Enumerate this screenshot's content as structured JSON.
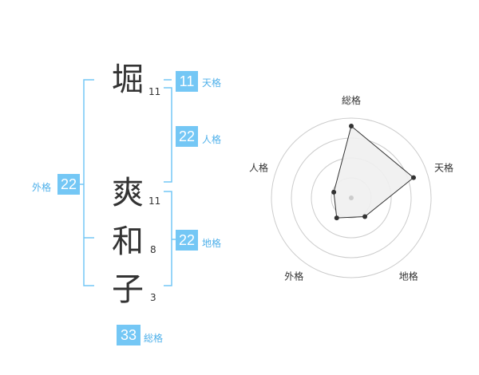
{
  "name": {
    "characters": [
      {
        "char": "堀",
        "strokes": "11"
      },
      {
        "char": "爽",
        "strokes": "11"
      },
      {
        "char": "和",
        "strokes": "8"
      },
      {
        "char": "子",
        "strokes": "3"
      }
    ]
  },
  "fortunes": {
    "tenkaku": {
      "value": "11",
      "label": "天格"
    },
    "jinkaku": {
      "value": "22",
      "label": "人格"
    },
    "chikaku": {
      "value": "22",
      "label": "地格"
    },
    "gaikaku": {
      "value": "22",
      "label": "外格"
    },
    "soukaku": {
      "value": "33",
      "label": "総格"
    }
  },
  "chart_data": {
    "type": "radar",
    "axes": [
      "総格",
      "天格",
      "地格",
      "外格",
      "人格"
    ],
    "values": [
      0.9,
      0.82,
      0.29,
      0.31,
      0.23
    ],
    "rings": 4,
    "grid": true,
    "colors": {
      "fill": "#f0f0f0",
      "line": "#333333",
      "point": "#333333",
      "ring": "#cccccc",
      "center": "#cccccc"
    }
  },
  "colors": {
    "accent": "#74c7f5",
    "accent_text": "#4eb0ea",
    "bracket": "#74c7f5"
  }
}
